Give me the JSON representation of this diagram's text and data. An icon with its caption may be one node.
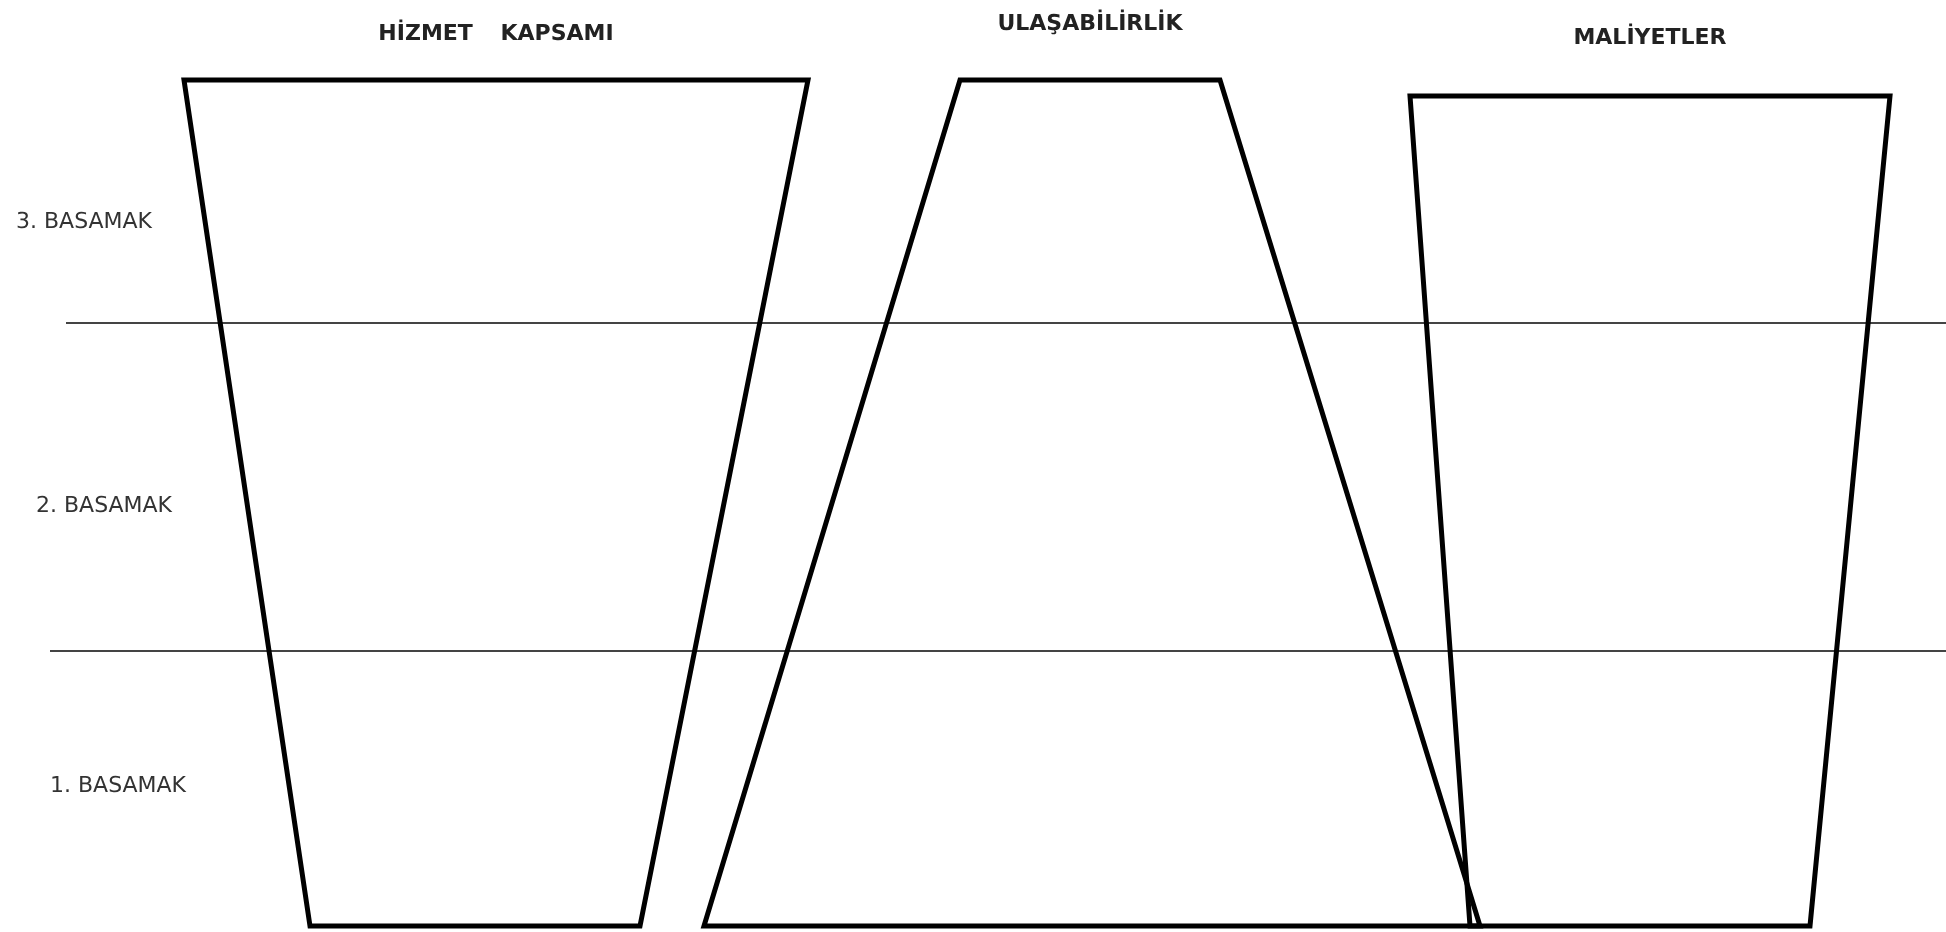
{
  "diagram": {
    "nodes": [
      {
        "text": [
          "HİZMET KAPSAMI"
        ]
      },
      {
        "text": [
          "ULAŞABİLİRLİK"
        ]
      },
      {
        "text": [
          "MALİYETLER"
        ]
      }
    ],
    "labels": [
      "3. BASAMAK",
      "2. BASAMAK",
      "1. BASAMAK"
    ]
  }
}
